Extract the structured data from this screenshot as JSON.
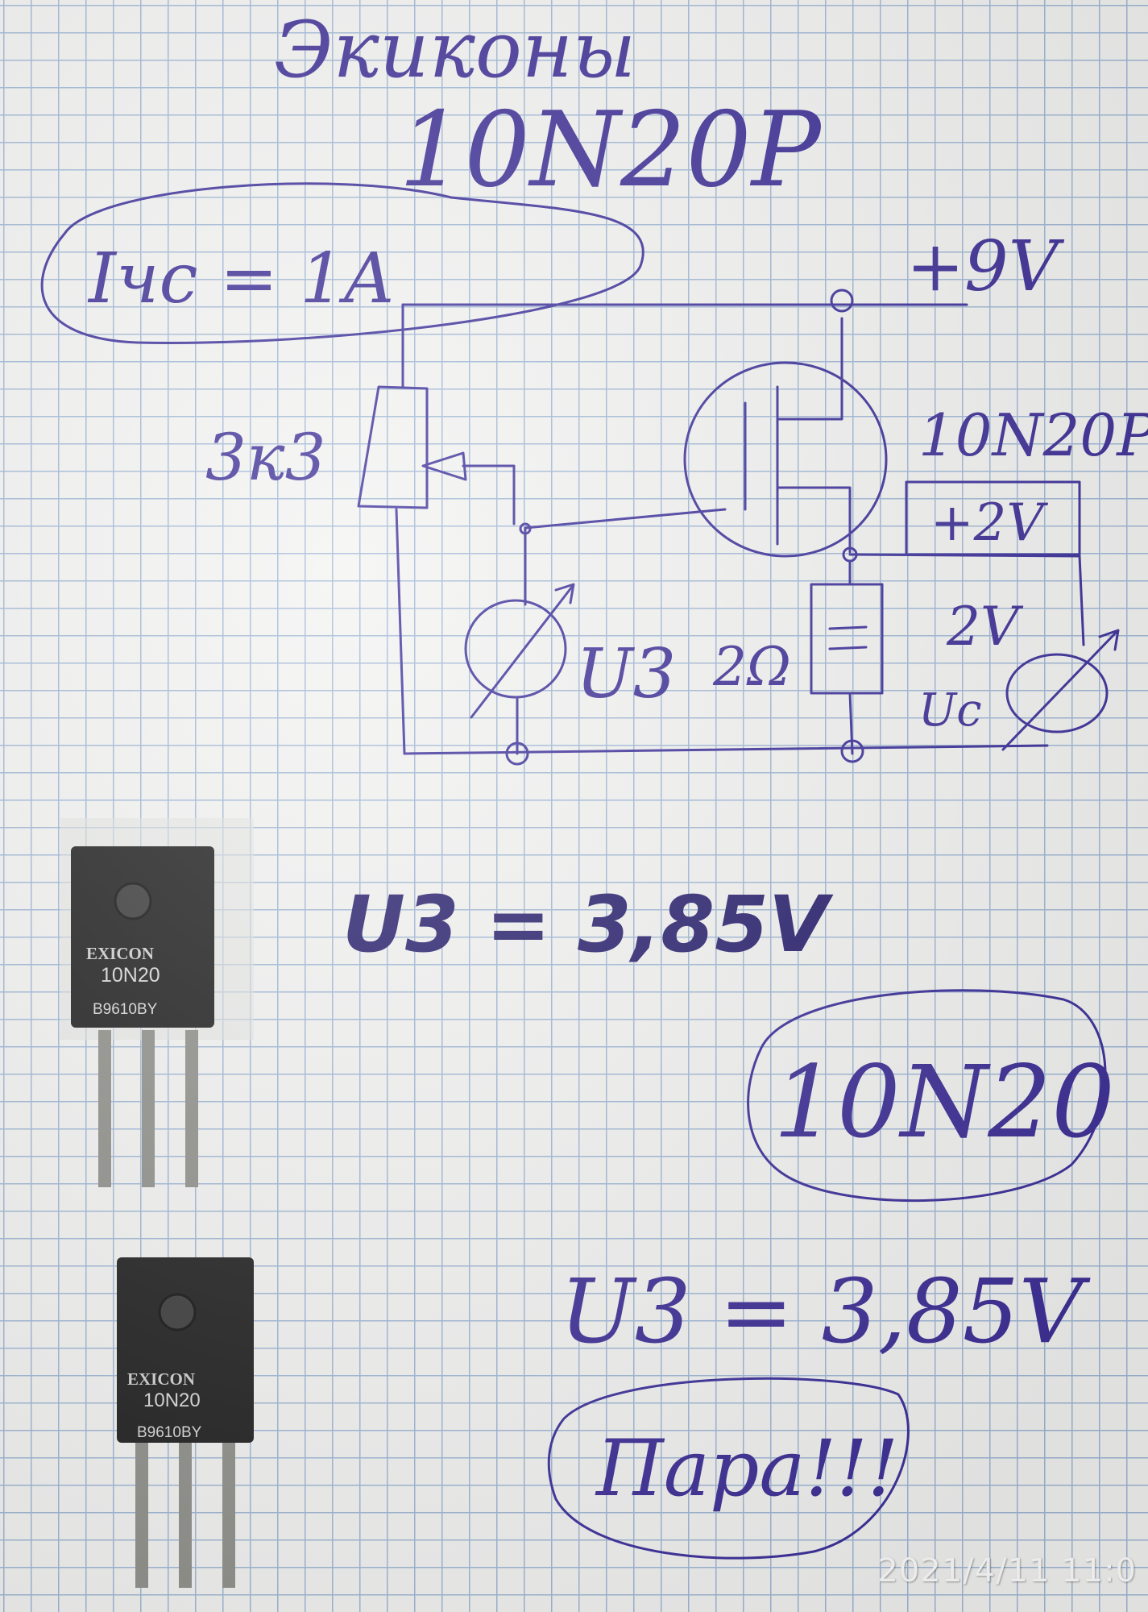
{
  "notes": {
    "title": "Экиконы",
    "part_title": "10N20P",
    "current": "Iчс = 1A",
    "supply": "+9V",
    "resistor_pot": "3к3",
    "transistor_label": "10N20P",
    "source_voltage_box": "+2V",
    "meter_voltage": "2V",
    "meter_gate": "U3",
    "meter_source_label": "Uс",
    "resistor_load": "2Ω",
    "measure_bold": "U3 = 3,85V",
    "circled_part": "10N20",
    "measure_second": "U3 = 3,85V",
    "verdict": "Пара!!!"
  },
  "chips": [
    {
      "brand": "EXICON",
      "model": "10N20",
      "code": "B9610BY"
    },
    {
      "brand": "EXICON",
      "model": "10N20",
      "code": "B9610BY"
    }
  ],
  "timestamp": "2021/4/11  11:0",
  "colors": {
    "ink": "#3b2f9a",
    "grid": "#9fb7d6",
    "paper": "#f3f3f2",
    "chip_body": "#1e1e1e"
  }
}
